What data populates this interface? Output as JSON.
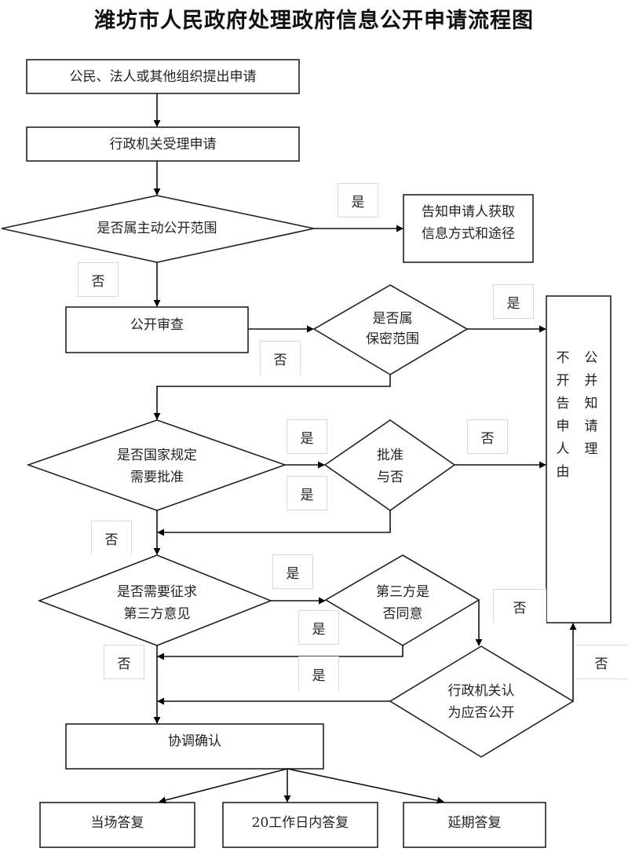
{
  "title": "潍坊市人民政府处理政府信息公开申请流程图",
  "nodes": {
    "submit": "公民、法人或其他组织提出申请",
    "accept": "行政机关受理申请",
    "proactive_scope": "是否属主动公开范围",
    "inform_method": [
      "告知申请人获取",
      "信息方式和途径"
    ],
    "review": "公开审查",
    "secret_scope": [
      "是否属",
      "保密范围"
    ],
    "refuse": {
      "text": "不公开并告知申请人理由",
      "left_column": [
        "不",
        "开",
        "告",
        "申",
        "人",
        "由"
      ],
      "right_column": [
        "公",
        "并",
        "知",
        "请",
        "理"
      ]
    },
    "need_approval": [
      "是否国家规定",
      "需要批准"
    ],
    "approved": [
      "批准",
      "与否"
    ],
    "need_third_party": [
      "是否需要征求",
      "第三方意见"
    ],
    "third_party_agree": [
      "第三方是",
      "否同意"
    ],
    "agency_decide": [
      "行政机关认",
      "为应否公开"
    ],
    "coordinate": "协调确认",
    "reply_now": "当场答复",
    "reply_20days": "20工作日内答复",
    "reply_delay": "延期答复"
  },
  "edge_labels": {
    "proactive_yes": "是",
    "proactive_no": "否",
    "secret_yes": "是",
    "secret_no": "否",
    "approval_yes_top": "是",
    "approval_yes_bottom": "是",
    "approved_no": "否",
    "approval_no": "否",
    "third_party_yes": "是",
    "agree_yes": "是",
    "agency_yes": "是",
    "third_party_no": "否",
    "agree_no": "否",
    "agency_no": "否"
  }
}
